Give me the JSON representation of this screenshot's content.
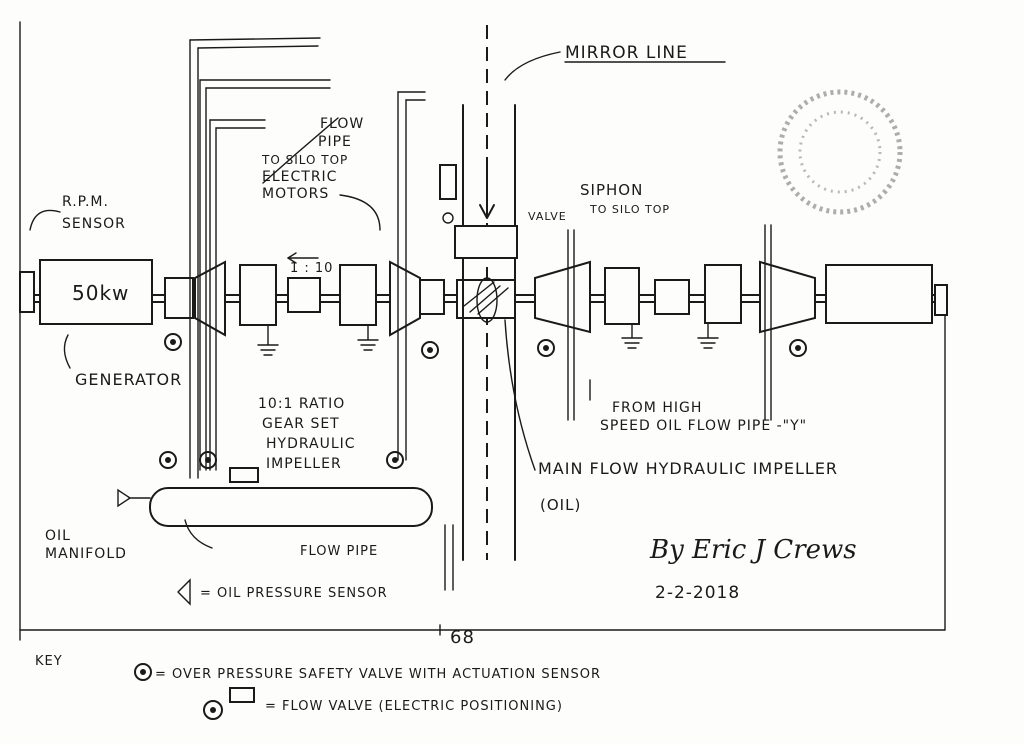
{
  "labels": {
    "mirror_line": "MIRROR LINE",
    "flow_pipe_top_1": "FLOW",
    "flow_pipe_top_2": "PIPE",
    "to_silo_top": "TO SILO TOP",
    "electric": "ELECTRIC",
    "motors": "MOTORS",
    "rpm_1": "R.P.M.",
    "rpm_2": "SENSOR",
    "generator_value": "50kw",
    "ratio": "1 : 10",
    "generator": "GENERATOR",
    "gear_1": "10:1 RATIO",
    "gear_2": "GEAR SET",
    "gear_3": "HYDRAULIC",
    "gear_4": "IMPELLER",
    "siphon": "SIPHON",
    "siphon_sub": "TO SILO TOP",
    "valve": "VALVE",
    "from_high": "FROM HIGH",
    "speed_oil": "SPEED OIL FLOW PIPE -\"Y\"",
    "main_flow": "MAIN FLOW HYDRAULIC IMPELLER",
    "oil": "(OIL)",
    "oil_manifold_1": "OIL",
    "oil_manifold_2": "MANIFOLD",
    "flow_pipe": "FLOW PIPE",
    "oil_pressure": "= OIL PRESSURE SENSOR",
    "page_number": "68",
    "signature": "By Eric J Crews",
    "date": "2-2-2018",
    "key": "KEY",
    "key_line_1": "= OVER PRESSURE SAFETY VALVE WITH ACTUATION SENSOR",
    "key_line_2": "= FLOW VALVE (ELECTRIC POSITIONING)"
  },
  "colors": {
    "ink": "#1a1a1a",
    "paper": "#fdfdfb",
    "stamp": "#8a8a8a"
  }
}
